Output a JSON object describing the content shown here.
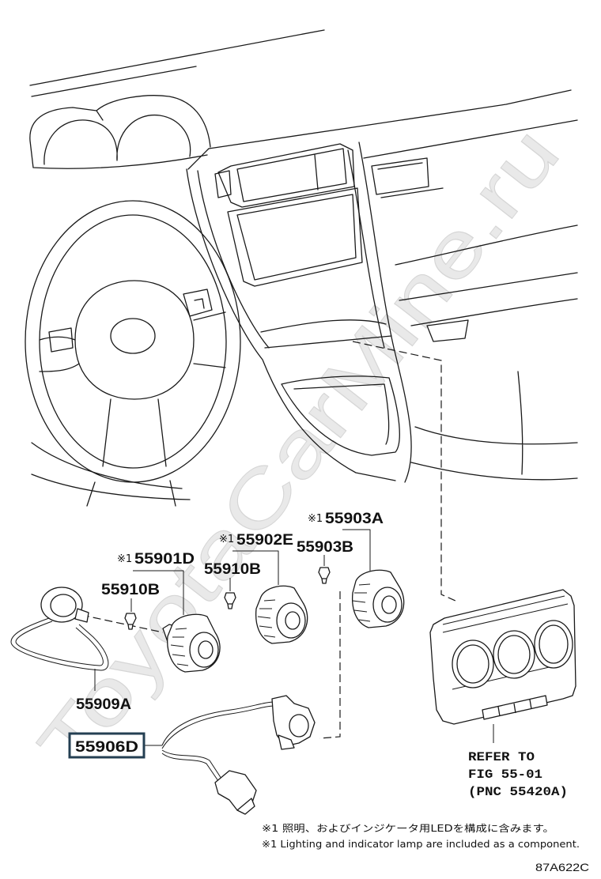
{
  "diagram": {
    "watermark": "ToyotaCarMine.ru",
    "labels": {
      "p55903A": {
        "marker": "※1",
        "number": "55903A"
      },
      "p55903B": {
        "number": "55903B"
      },
      "p55902E": {
        "marker": "※1",
        "number": "55902E"
      },
      "p55910B_right": {
        "number": "55910B"
      },
      "p55901D": {
        "marker": "※1",
        "number": "55901D"
      },
      "p55910B_left": {
        "number": "55910B"
      },
      "p55909A": {
        "number": "55909A"
      },
      "p55906D": {
        "number": "55906D"
      }
    },
    "reference": {
      "line1": "REFER TO",
      "line2": "FIG 55-01",
      "line3": "(PNC 55420A)"
    },
    "notes": {
      "ja": "※1 照明、およびインジケータ用LEDを構成に含みます。",
      "en": "※1 Lighting and indicator lamp are included as a component."
    },
    "illustration_code": "87A622C",
    "colors": {
      "line": "#1a1a1a",
      "watermark": "#e9e9e9",
      "highlight_box": "#243f52",
      "background": "#ffffff"
    }
  }
}
